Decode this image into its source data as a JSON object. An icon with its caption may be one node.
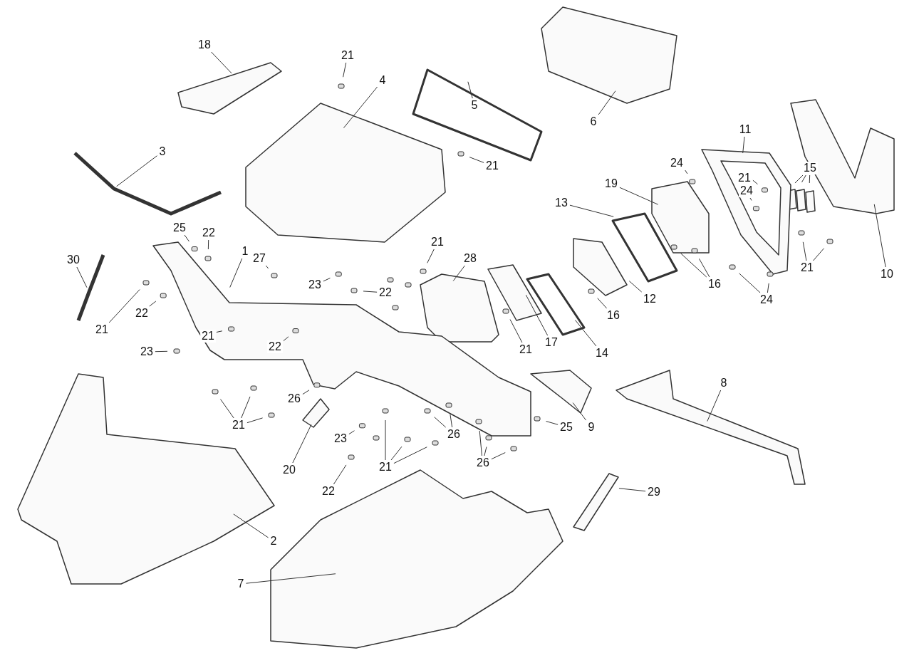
{
  "diagram": {
    "nodes": [
      {
        "text": [
          "18"
        ]
      },
      {
        "text": [
          "21"
        ]
      },
      {
        "text": [
          "4"
        ]
      },
      {
        "text": [
          "5"
        ]
      },
      {
        "text": [
          "6"
        ]
      },
      {
        "text": [
          "11"
        ]
      },
      {
        "text": [
          "3"
        ]
      },
      {
        "text": [
          "21"
        ]
      },
      {
        "text": [
          "24"
        ]
      },
      {
        "text": [
          "15"
        ]
      },
      {
        "text": [
          "21"
        ]
      },
      {
        "text": [
          "19"
        ]
      },
      {
        "text": [
          "24"
        ]
      },
      {
        "text": [
          "13"
        ]
      },
      {
        "text": [
          "25"
        ]
      },
      {
        "text": [
          "22"
        ]
      },
      {
        "text": [
          "21"
        ]
      },
      {
        "text": [
          "1"
        ]
      },
      {
        "text": [
          "27"
        ]
      },
      {
        "text": [
          "28"
        ]
      },
      {
        "text": [
          "30"
        ]
      },
      {
        "text": [
          "21"
        ]
      },
      {
        "text": [
          "10"
        ]
      },
      {
        "text": [
          "23"
        ]
      },
      {
        "text": [
          "16"
        ]
      },
      {
        "text": [
          "22"
        ]
      },
      {
        "text": [
          "12"
        ]
      },
      {
        "text": [
          "24"
        ]
      },
      {
        "text": [
          "22"
        ]
      },
      {
        "text": [
          "16"
        ]
      },
      {
        "text": [
          "21"
        ]
      },
      {
        "text": [
          "21"
        ]
      },
      {
        "text": [
          "22"
        ]
      },
      {
        "text": [
          "21"
        ]
      },
      {
        "text": [
          "17"
        ]
      },
      {
        "text": [
          "23"
        ]
      },
      {
        "text": [
          "14"
        ]
      },
      {
        "text": [
          "8"
        ]
      },
      {
        "text": [
          "26"
        ]
      },
      {
        "text": [
          "21"
        ]
      },
      {
        "text": [
          "9"
        ]
      },
      {
        "text": [
          "25"
        ]
      },
      {
        "text": [
          "26"
        ]
      },
      {
        "text": [
          "23"
        ]
      },
      {
        "text": [
          "26"
        ]
      },
      {
        "text": [
          "21"
        ]
      },
      {
        "text": [
          "20"
        ]
      },
      {
        "text": [
          "22"
        ]
      },
      {
        "text": [
          "29"
        ]
      },
      {
        "text": [
          "2"
        ]
      },
      {
        "text": [
          "7"
        ]
      }
    ],
    "edges": [
      {
        "from": 0,
        "to": null,
        "arrow": "none"
      },
      {
        "from": 1,
        "to": null,
        "arrow": "none"
      },
      {
        "from": 2,
        "to": null,
        "arrow": "none"
      },
      {
        "from": 3,
        "to": null,
        "arrow": "none"
      },
      {
        "from": 4,
        "to": null,
        "arrow": "none"
      },
      {
        "from": 5,
        "to": null,
        "arrow": "none"
      },
      {
        "from": 6,
        "to": null,
        "arrow": "none"
      },
      {
        "from": 7,
        "to": null,
        "arrow": "none"
      },
      {
        "from": 8,
        "to": null,
        "arrow": "none"
      },
      {
        "from": 9,
        "to": null,
        "arrow": "none"
      },
      {
        "from": 9,
        "to": null,
        "arrow": "none"
      },
      {
        "from": 9,
        "to": null,
        "arrow": "none"
      },
      {
        "from": 10,
        "to": null,
        "arrow": "none"
      },
      {
        "from": 11,
        "to": null,
        "arrow": "none"
      },
      {
        "from": 12,
        "to": null,
        "arrow": "none"
      },
      {
        "from": 13,
        "to": null,
        "arrow": "none"
      },
      {
        "from": 14,
        "to": null,
        "arrow": "none"
      },
      {
        "from": 15,
        "to": null,
        "arrow": "none"
      },
      {
        "from": 16,
        "to": null,
        "arrow": "none"
      },
      {
        "from": 17,
        "to": null,
        "arrow": "none"
      },
      {
        "from": 18,
        "to": null,
        "arrow": "none"
      },
      {
        "from": 19,
        "to": null,
        "arrow": "none"
      },
      {
        "from": 20,
        "to": null,
        "arrow": "none"
      },
      {
        "from": 21,
        "to": null,
        "arrow": "none"
      },
      {
        "from": 21,
        "to": null,
        "arrow": "none"
      },
      {
        "from": 22,
        "to": null,
        "arrow": "none"
      },
      {
        "from": 23,
        "to": null,
        "arrow": "none"
      },
      {
        "from": 24,
        "to": null,
        "arrow": "none"
      },
      {
        "from": 24,
        "to": null,
        "arrow": "none"
      },
      {
        "from": 25,
        "to": null,
        "arrow": "none"
      },
      {
        "from": 26,
        "to": null,
        "arrow": "none"
      },
      {
        "from": 27,
        "to": null,
        "arrow": "none"
      },
      {
        "from": 27,
        "to": null,
        "arrow": "none"
      },
      {
        "from": 28,
        "to": null,
        "arrow": "none"
      },
      {
        "from": 29,
        "to": null,
        "arrow": "none"
      },
      {
        "from": 30,
        "to": null,
        "arrow": "none"
      },
      {
        "from": 31,
        "to": null,
        "arrow": "none"
      },
      {
        "from": 32,
        "to": null,
        "arrow": "none"
      },
      {
        "from": 33,
        "to": null,
        "arrow": "none"
      },
      {
        "from": 34,
        "to": null,
        "arrow": "none"
      },
      {
        "from": 35,
        "to": null,
        "arrow": "none"
      },
      {
        "from": 36,
        "to": null,
        "arrow": "none"
      },
      {
        "from": 37,
        "to": null,
        "arrow": "none"
      },
      {
        "from": 38,
        "to": null,
        "arrow": "none"
      },
      {
        "from": 39,
        "to": null,
        "arrow": "none"
      },
      {
        "from": 39,
        "to": null,
        "arrow": "none"
      },
      {
        "from": 39,
        "to": null,
        "arrow": "none"
      },
      {
        "from": 40,
        "to": null,
        "arrow": "none"
      },
      {
        "from": 41,
        "to": null,
        "arrow": "none"
      },
      {
        "from": 42,
        "to": null,
        "arrow": "none"
      },
      {
        "from": 42,
        "to": null,
        "arrow": "none"
      },
      {
        "from": 43,
        "to": null,
        "arrow": "none"
      },
      {
        "from": 44,
        "to": null,
        "arrow": "none"
      },
      {
        "from": 44,
        "to": null,
        "arrow": "none"
      },
      {
        "from": 44,
        "to": null,
        "arrow": "none"
      },
      {
        "from": 45,
        "to": null,
        "arrow": "none"
      },
      {
        "from": 45,
        "to": null,
        "arrow": "none"
      },
      {
        "from": 45,
        "to": null,
        "arrow": "none"
      },
      {
        "from": 46,
        "to": null,
        "arrow": "none"
      },
      {
        "from": 47,
        "to": null,
        "arrow": "none"
      },
      {
        "from": 48,
        "to": null,
        "arrow": "none"
      },
      {
        "from": 49,
        "to": null,
        "arrow": "none"
      },
      {
        "from": 50,
        "to": null,
        "arrow": "none"
      }
    ]
  }
}
